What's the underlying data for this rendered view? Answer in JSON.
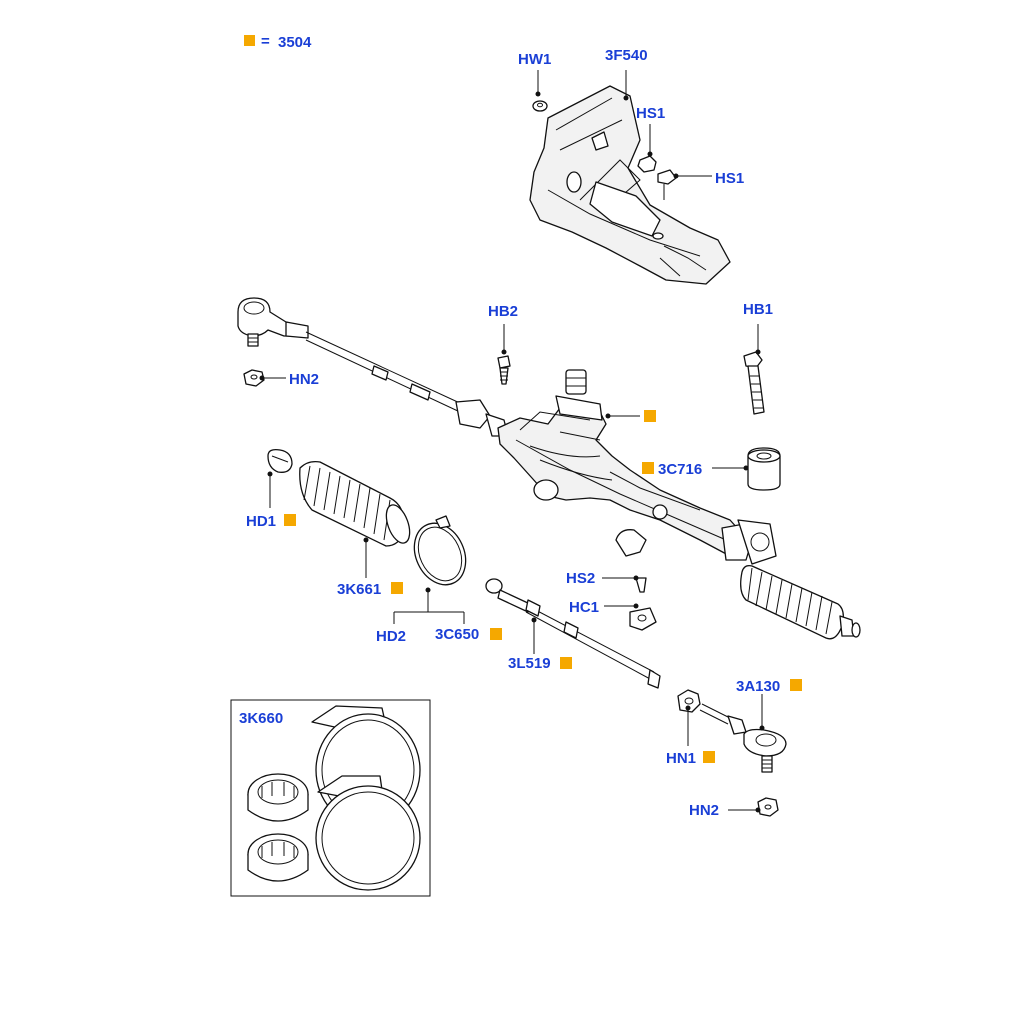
{
  "colors": {
    "label": "#1a3fd6",
    "marker": "#f5a800",
    "line": "#111111"
  },
  "legend": {
    "equals": "=",
    "code": "3504"
  },
  "callouts": {
    "HW1": "HW1",
    "3F540": "3F540",
    "HS1_a": "HS1",
    "HS1_b": "HS1",
    "HB2": "HB2",
    "HB1": "HB1",
    "HN2_a": "HN2",
    "gear_marker": "",
    "3C716": "3C716",
    "HD1": "HD1",
    "3K661": "3K661",
    "HS2": "HS2",
    "HC1": "HC1",
    "HD2": "HD2",
    "3C650": "3C650",
    "3L519": "3L519",
    "3A130": "3A130",
    "HN1": "HN1",
    "HN2_b": "HN2"
  },
  "inset": {
    "title": "3K660"
  }
}
